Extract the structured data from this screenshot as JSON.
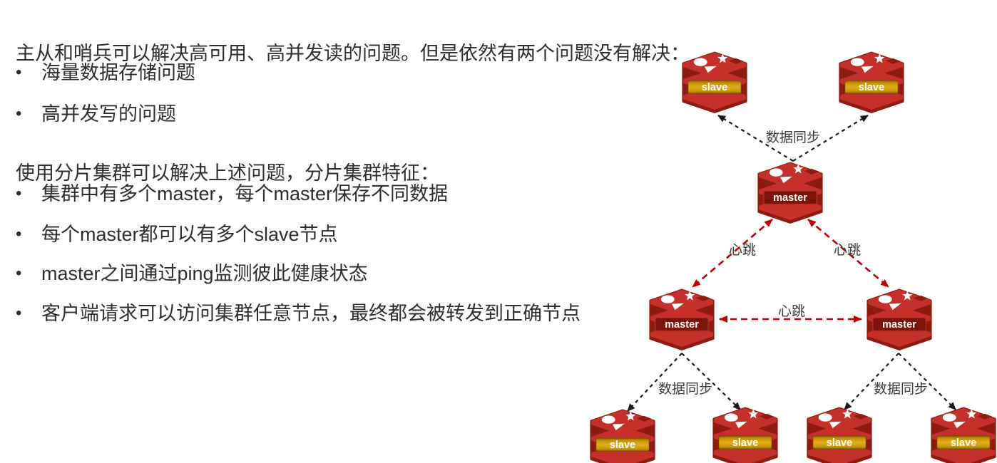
{
  "meta": {
    "language": "zh-CN",
    "topic": "Redis 分片集群"
  },
  "theme": {
    "colors": {
      "background": "#ffffff",
      "body_text": "#2e2e2e",
      "edge_label": "#3c3c3c",
      "redis_red": "#c6302b",
      "redis_dark": "#8e1b10",
      "slave_band_gold": "#d79b00",
      "master_band_red": "#7b130b",
      "heartbeat_red": "#c00000",
      "sync_black": "#1a1a1a"
    }
  },
  "content": {
    "bullet_glyph": "•",
    "intro_problems": "主从和哨兵可以解决高可用、高并发读的问题。但是依然有两个问题没有解决：",
    "problem_bullets": [
      "海量数据存储问题",
      "高并发写的问题"
    ],
    "intro_sharding": "使用分片集群可以解决上述问题，分片集群特征：",
    "feature_bullets": [
      "集群中有多个master，每个master保存不同数据",
      "每个master都可以有多个slave节点",
      "master之间通过ping监测彼此健康状态",
      "客户端请求可以访问集群任意节点，最终都会被转发到正确节点"
    ]
  },
  "diagram": {
    "nodes": [
      {
        "id": "slave-top-left",
        "role": "slave",
        "label": "slave"
      },
      {
        "id": "slave-top-right",
        "role": "slave",
        "label": "slave"
      },
      {
        "id": "master-top",
        "role": "master",
        "label": "master"
      },
      {
        "id": "master-left",
        "role": "master",
        "label": "master"
      },
      {
        "id": "master-right",
        "role": "master",
        "label": "master"
      },
      {
        "id": "slave-bottom-1",
        "role": "slave",
        "label": "slave"
      },
      {
        "id": "slave-bottom-2",
        "role": "slave",
        "label": "slave"
      },
      {
        "id": "slave-bottom-3",
        "role": "slave",
        "label": "slave"
      },
      {
        "id": "slave-bottom-4",
        "role": "slave",
        "label": "slave"
      }
    ],
    "edges": [
      {
        "id": "sync-top",
        "type": "data_sync",
        "label": "数据同步",
        "from": "master-top",
        "to": [
          "slave-top-left",
          "slave-top-right"
        ],
        "bidirectional": false
      },
      {
        "id": "heartbeat-left",
        "type": "heartbeat",
        "label": "心跳",
        "from": "master-top",
        "to": [
          "master-left"
        ],
        "bidirectional": true
      },
      {
        "id": "heartbeat-right",
        "type": "heartbeat",
        "label": "心跳",
        "from": "master-top",
        "to": [
          "master-right"
        ],
        "bidirectional": true
      },
      {
        "id": "heartbeat-mid",
        "type": "heartbeat",
        "label": "心跳",
        "from": "master-left",
        "to": [
          "master-right"
        ],
        "bidirectional": true
      },
      {
        "id": "sync-bottom-left",
        "type": "data_sync",
        "label": "数据同步",
        "from": "master-left",
        "to": [
          "slave-bottom-1",
          "slave-bottom-2"
        ],
        "bidirectional": false
      },
      {
        "id": "sync-bottom-right",
        "type": "data_sync",
        "label": "数据同步",
        "from": "master-right",
        "to": [
          "slave-bottom-3",
          "slave-bottom-4"
        ],
        "bidirectional": false
      }
    ]
  }
}
